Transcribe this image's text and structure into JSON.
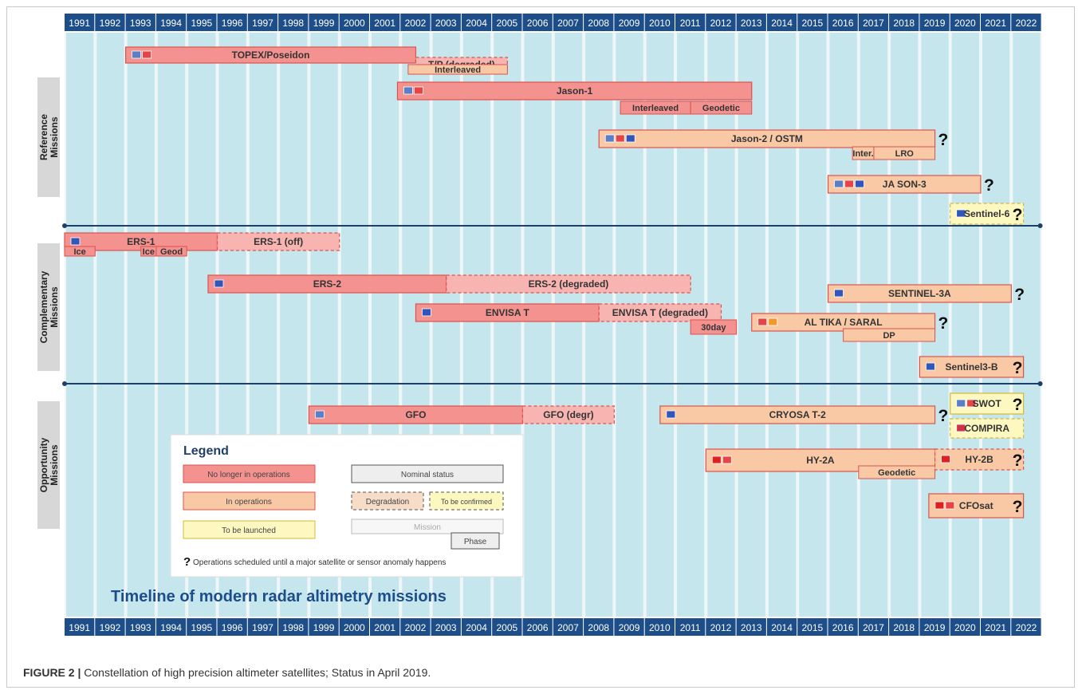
{
  "years": [
    "1991",
    "1992",
    "1993",
    "1994",
    "1995",
    "1996",
    "1997",
    "1998",
    "1999",
    "2000",
    "2001",
    "2002",
    "2003",
    "2004",
    "2005",
    "2006",
    "2007",
    "2008",
    "2009",
    "2010",
    "2011",
    "2012",
    "2013",
    "2014",
    "2015",
    "2016",
    "2017",
    "2018",
    "2019",
    "2020",
    "2021",
    "2022"
  ],
  "groups": [
    "Reference Missions",
    "Complementary Missions",
    "Opportunity Missions"
  ],
  "colors": {
    "no_longer": "#f4928f",
    "no_longer_border": "#d9534f",
    "in_ops": "#f9c9a6",
    "in_ops_border": "#d9534f",
    "to_launch": "#fdf7c0",
    "to_launch_border": "#d4b83a",
    "grid_fill": "#c6e6ee",
    "header_bg": "#1d4e89",
    "header_text": "#ffffff"
  },
  "bars": [
    {
      "label": "TOPEX/Poseidon",
      "status": "no_longer",
      "start": 1993,
      "end": 2002.5,
      "flags": "US FR"
    },
    {
      "label": "T/P (degraded)",
      "status": "no_longer",
      "dashed": true,
      "start": 2002.5,
      "end": 2005.5
    },
    {
      "label": "Interleaved",
      "status": "in_ops",
      "start": 2002.25,
      "end": 2005.5,
      "phase": true
    },
    {
      "label": "Jason-1",
      "status": "no_longer",
      "start": 2001.9,
      "end": 2013.5,
      "flags": "US FR"
    },
    {
      "label": "Interleaved",
      "status": "no_longer",
      "start": 2009.2,
      "end": 2011.5,
      "phase": true
    },
    {
      "label": "Geodetic",
      "status": "no_longer",
      "start": 2011.5,
      "end": 2013.5,
      "phase": true
    },
    {
      "label": "Jason-2 / OSTM",
      "status": "in_ops",
      "start": 2008.5,
      "end": 2019.5,
      "flags": "US FR EU",
      "q": "?"
    },
    {
      "label": "Inter.",
      "status": "in_ops",
      "start": 2016.8,
      "end": 2017.5,
      "phase": true
    },
    {
      "label": "LRO",
      "status": "in_ops",
      "start": 2017.5,
      "end": 2019.5,
      "phase": true
    },
    {
      "label": "JA SON-3",
      "status": "in_ops",
      "start": 2016,
      "end": 2021,
      "flags": "US FR EU",
      "q": "?"
    },
    {
      "label": "Sentinel-6",
      "status": "to_launch",
      "dashed": true,
      "start": 2020.0,
      "end": 2022.4,
      "flags": "EU",
      "q": "?"
    },
    {
      "label": "ERS-1",
      "status": "no_longer",
      "start": 1991,
      "end": 1996,
      "flags": "EU"
    },
    {
      "label": "ERS-1 (off)",
      "status": "no_longer",
      "dashed": true,
      "start": 1996,
      "end": 2000
    },
    {
      "label": "Ice",
      "status": "no_longer",
      "start": 1991,
      "end": 1992,
      "phase": true
    },
    {
      "label": "Ice",
      "status": "no_longer",
      "start": 1993.5,
      "end": 1994,
      "phase": true
    },
    {
      "label": "Geod",
      "status": "no_longer",
      "start": 1994,
      "end": 1995,
      "phase": true
    },
    {
      "label": "ERS-2",
      "status": "no_longer",
      "start": 1995.7,
      "end": 2003.5,
      "flags": "EU"
    },
    {
      "label": "ERS-2 (degraded)",
      "status": "no_longer",
      "dashed": true,
      "start": 2003.5,
      "end": 2011.5
    },
    {
      "label": "ENVISA T",
      "status": "no_longer",
      "start": 2002.5,
      "end": 2008.5,
      "flags": "EU"
    },
    {
      "label": "ENVISA T (degraded)",
      "status": "no_longer",
      "dashed": true,
      "start": 2008.5,
      "end": 2012.5
    },
    {
      "label": "30day",
      "status": "no_longer",
      "start": 2011.5,
      "end": 2013,
      "phase": true
    },
    {
      "label": "SENTINEL-3A",
      "status": "in_ops",
      "start": 2016,
      "end": 2022,
      "flags": "EU",
      "q": "?"
    },
    {
      "label": "AL TIKA / SARAL",
      "status": "in_ops",
      "start": 2013.5,
      "end": 2019.5,
      "flags": "FR IN",
      "q": "?"
    },
    {
      "label": "DP",
      "status": "in_ops",
      "start": 2016.5,
      "end": 2019.5,
      "phase": true
    },
    {
      "label": "Sentinel3-B",
      "status": "in_ops",
      "start": 2019,
      "end": 2022.4,
      "flags": "EU",
      "q": "?"
    },
    {
      "label": "GFO",
      "status": "no_longer",
      "start": 1999.0,
      "end": 2006,
      "flags": "US"
    },
    {
      "label": "GFO (degr)",
      "status": "no_longer",
      "dashed": true,
      "start": 2006,
      "end": 2009
    },
    {
      "label": "CRYOSA T-2",
      "status": "in_ops",
      "start": 2010.5,
      "end": 2019.5,
      "flags": "EU",
      "q": "?"
    },
    {
      "label": "SWOT",
      "status": "to_launch",
      "start": 2020.0,
      "end": 2022.4,
      "flags": "US FR",
      "q": "?"
    },
    {
      "label": "COMPIRA",
      "status": "to_launch",
      "dashed": true,
      "start": 2020.0,
      "end": 2022.4,
      "flags": "KR"
    },
    {
      "label": "HY-2A",
      "status": "in_ops",
      "start": 2012,
      "end": 2019.5,
      "flags": "CN FR",
      "q": "?"
    },
    {
      "label": "Geodetic",
      "status": "in_ops",
      "start": 2017,
      "end": 2019.5,
      "phase": true
    },
    {
      "label": "HY-2B",
      "status": "in_ops",
      "dashed": true,
      "start": 2019.5,
      "end": 2022.4,
      "flags": "CN",
      "q": "?"
    },
    {
      "label": "CFOsat",
      "status": "in_ops",
      "start": 2019.3,
      "end": 2022.4,
      "flags": "CN FR",
      "q": "?"
    }
  ],
  "legend": {
    "title": "Legend",
    "no_longer": "No longer in operations",
    "nominal": "Nominal status",
    "in_ops": "In operations",
    "degradation": "Degradation",
    "to_be_confirmed": "To be confirmed",
    "to_launch": "To be launched",
    "mission": "Mission",
    "phase": "Phase",
    "note_q": "?",
    "note_text": "Operations scheduled until a major satellite or sensor anomaly happens"
  },
  "overlay_title": "Timeline of modern radar altimetry missions",
  "caption_label": "FIGURE 2 |",
  "caption_text": " Constellation of high precision altimeter satellites; Status in April 2019."
}
